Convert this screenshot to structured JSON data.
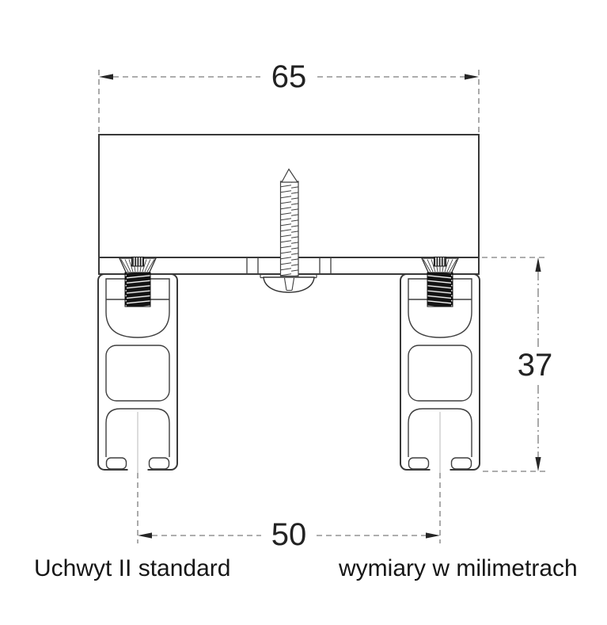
{
  "diagram": {
    "dimensions": {
      "top_width": "65",
      "right_height": "37",
      "bottom_spacing": "50"
    },
    "captions": {
      "left": "Uchwyt II standard",
      "right": "wymiary w milimetrach"
    },
    "colors": {
      "outline": "#383838",
      "dimension_line": "#7d7d7d",
      "arrow": "#262626",
      "text": "#161616",
      "hatch": "#6a6a6a",
      "center_line": "#b8b8b8",
      "screw_thread_dark": "#141414",
      "background": "#ffffff"
    }
  }
}
